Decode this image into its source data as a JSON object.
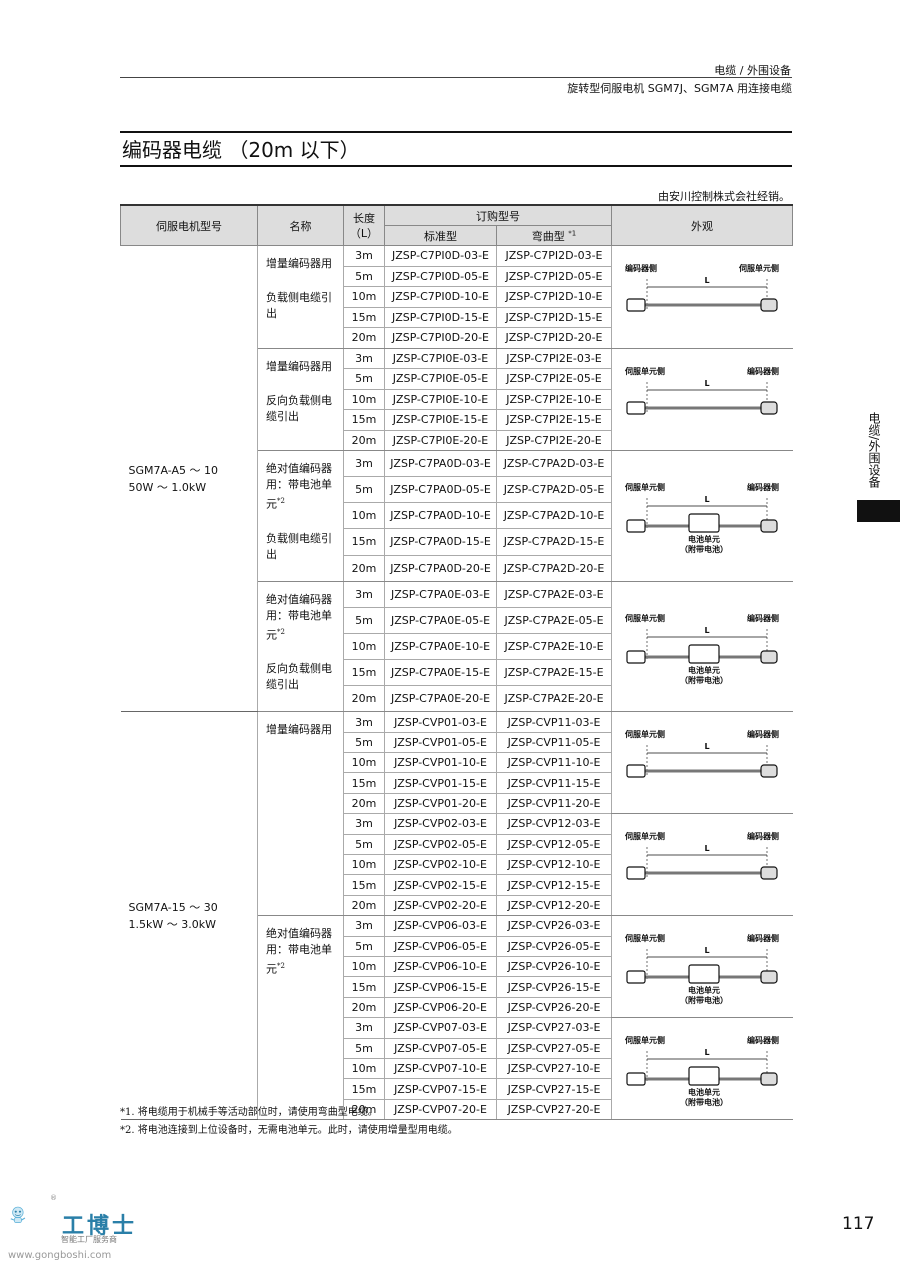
{
  "header": {
    "category": "电缆 / 外围设备",
    "subtitle": "旋转型伺服电机 SGM7J、SGM7A 用连接电缆"
  },
  "section_title": "编码器电缆 （20m 以下）",
  "distributor_note": "由安川控制株式会社经销。",
  "table": {
    "col_model": "伺服电机型号",
    "col_name": "名称",
    "col_length_1": "长度",
    "col_length_2": "（L）",
    "col_order": "订购型号",
    "col_std": "标准型",
    "col_bend": "弯曲型",
    "col_bend_mark": "*1",
    "col_appearance": "外观",
    "models": [
      {
        "line1": "SGM7A-A5 ～ 10",
        "line2": "50W ～ 1.0kW"
      },
      {
        "line1": "SGM7A-15 ～ 30",
        "line2": "1.5kW ～ 3.0kW"
      }
    ],
    "groups": [
      {
        "name": [
          "增量编码器用",
          "负载侧电缆引出"
        ],
        "mark": "",
        "rows": [
          {
            "len": "3m",
            "std": "JZSP-C7PI0D-03-E",
            "bend": "JZSP-C7PI2D-03-E"
          },
          {
            "len": "5m",
            "std": "JZSP-C7PI0D-05-E",
            "bend": "JZSP-C7PI2D-05-E"
          },
          {
            "len": "10m",
            "std": "JZSP-C7PI0D-10-E",
            "bend": "JZSP-C7PI2D-10-E"
          },
          {
            "len": "15m",
            "std": "JZSP-C7PI0D-15-E",
            "bend": "JZSP-C7PI2D-15-E"
          },
          {
            "len": "20m",
            "std": "JZSP-C7PI0D-20-E",
            "bend": "JZSP-C7PI2D-20-E"
          }
        ]
      },
      {
        "name": [
          "增量编码器用",
          "反向负载侧电缆引出"
        ],
        "mark": "",
        "rows": [
          {
            "len": "3m",
            "std": "JZSP-C7PI0E-03-E",
            "bend": "JZSP-C7PI2E-03-E"
          },
          {
            "len": "5m",
            "std": "JZSP-C7PI0E-05-E",
            "bend": "JZSP-C7PI2E-05-E"
          },
          {
            "len": "10m",
            "std": "JZSP-C7PI0E-10-E",
            "bend": "JZSP-C7PI2E-10-E"
          },
          {
            "len": "15m",
            "std": "JZSP-C7PI0E-15-E",
            "bend": "JZSP-C7PI2E-15-E"
          },
          {
            "len": "20m",
            "std": "JZSP-C7PI0E-20-E",
            "bend": "JZSP-C7PI2E-20-E"
          }
        ]
      },
      {
        "name": [
          "绝对值编码器用：带电池单元",
          "负载侧电缆引出"
        ],
        "mark": "*2",
        "rows": [
          {
            "len": "3m",
            "std": "JZSP-C7PA0D-03-E",
            "bend": "JZSP-C7PA2D-03-E"
          },
          {
            "len": "5m",
            "std": "JZSP-C7PA0D-05-E",
            "bend": "JZSP-C7PA2D-05-E"
          },
          {
            "len": "10m",
            "std": "JZSP-C7PA0D-10-E",
            "bend": "JZSP-C7PA2D-10-E"
          },
          {
            "len": "15m",
            "std": "JZSP-C7PA0D-15-E",
            "bend": "JZSP-C7PA2D-15-E"
          },
          {
            "len": "20m",
            "std": "JZSP-C7PA0D-20-E",
            "bend": "JZSP-C7PA2D-20-E"
          }
        ]
      },
      {
        "name": [
          "绝对值编码器用：带电池单元",
          "反向负载侧电缆引出"
        ],
        "mark": "*2",
        "rows": [
          {
            "len": "3m",
            "std": "JZSP-C7PA0E-03-E",
            "bend": "JZSP-C7PA2E-03-E"
          },
          {
            "len": "5m",
            "std": "JZSP-C7PA0E-05-E",
            "bend": "JZSP-C7PA2E-05-E"
          },
          {
            "len": "10m",
            "std": "JZSP-C7PA0E-10-E",
            "bend": "JZSP-C7PA2E-10-E"
          },
          {
            "len": "15m",
            "std": "JZSP-C7PA0E-15-E",
            "bend": "JZSP-C7PA2E-15-E"
          },
          {
            "len": "20m",
            "std": "JZSP-C7PA0E-20-E",
            "bend": "JZSP-C7PA2E-20-E"
          }
        ]
      },
      {
        "name": [
          "增量编码器用"
        ],
        "mark": "",
        "rows": [
          {
            "len": "3m",
            "std": "JZSP-CVP01-03-E",
            "bend": "JZSP-CVP11-03-E"
          },
          {
            "len": "5m",
            "std": "JZSP-CVP01-05-E",
            "bend": "JZSP-CVP11-05-E"
          },
          {
            "len": "10m",
            "std": "JZSP-CVP01-10-E",
            "bend": "JZSP-CVP11-10-E"
          },
          {
            "len": "15m",
            "std": "JZSP-CVP01-15-E",
            "bend": "JZSP-CVP11-15-E"
          },
          {
            "len": "20m",
            "std": "JZSP-CVP01-20-E",
            "bend": "JZSP-CVP11-20-E"
          },
          {
            "len": "3m",
            "std": "JZSP-CVP02-03-E",
            "bend": "JZSP-CVP12-03-E"
          },
          {
            "len": "5m",
            "std": "JZSP-CVP02-05-E",
            "bend": "JZSP-CVP12-05-E"
          },
          {
            "len": "10m",
            "std": "JZSP-CVP02-10-E",
            "bend": "JZSP-CVP12-10-E"
          },
          {
            "len": "15m",
            "std": "JZSP-CVP02-15-E",
            "bend": "JZSP-CVP12-15-E"
          },
          {
            "len": "20m",
            "std": "JZSP-CVP02-20-E",
            "bend": "JZSP-CVP12-20-E"
          }
        ]
      },
      {
        "name": [
          "绝对值编码器用：带电池单元"
        ],
        "mark": "*2",
        "rows": [
          {
            "len": "3m",
            "std": "JZSP-CVP06-03-E",
            "bend": "JZSP-CVP26-03-E"
          },
          {
            "len": "5m",
            "std": "JZSP-CVP06-05-E",
            "bend": "JZSP-CVP26-05-E"
          },
          {
            "len": "10m",
            "std": "JZSP-CVP06-10-E",
            "bend": "JZSP-CVP26-10-E"
          },
          {
            "len": "15m",
            "std": "JZSP-CVP06-15-E",
            "bend": "JZSP-CVP26-15-E"
          },
          {
            "len": "20m",
            "std": "JZSP-CVP06-20-E",
            "bend": "JZSP-CVP26-20-E"
          },
          {
            "len": "3m",
            "std": "JZSP-CVP07-03-E",
            "bend": "JZSP-CVP27-03-E"
          },
          {
            "len": "5m",
            "std": "JZSP-CVP07-05-E",
            "bend": "JZSP-CVP27-05-E"
          },
          {
            "len": "10m",
            "std": "JZSP-CVP07-10-E",
            "bend": "JZSP-CVP27-10-E"
          },
          {
            "len": "15m",
            "std": "JZSP-CVP07-15-E",
            "bend": "JZSP-CVP27-15-E"
          },
          {
            "len": "20m",
            "std": "JZSP-CVP07-20-E",
            "bend": "JZSP-CVP27-20-E"
          }
        ]
      }
    ],
    "figures": [
      {
        "left": "编码器侧",
        "right": "伺服单元侧",
        "dim": "L",
        "battery": "",
        "battery2": ""
      },
      {
        "left": "伺服单元侧",
        "right": "编码器侧",
        "dim": "L",
        "battery": "",
        "battery2": ""
      },
      {
        "left": "伺服单元侧",
        "right": "编码器侧",
        "dim": "L",
        "battery": "电池单元",
        "battery2": "（附带电池）"
      },
      {
        "left": "伺服单元侧",
        "right": "编码器侧",
        "dim": "L",
        "battery": "电池单元",
        "battery2": "（附带电池）"
      },
      {
        "left": "伺服单元侧",
        "right": "编码器侧",
        "dim": "L",
        "battery": "",
        "battery2": ""
      },
      {
        "left": "伺服单元侧",
        "right": "编码器侧",
        "dim": "L",
        "battery": "",
        "battery2": ""
      },
      {
        "left": "伺服单元侧",
        "right": "编码器侧",
        "dim": "L",
        "battery": "电池单元",
        "battery2": "（附带电池）"
      },
      {
        "left": "伺服单元侧",
        "right": "编码器侧",
        "dim": "L",
        "battery": "电池单元",
        "battery2": "（附带电池）"
      }
    ]
  },
  "footnotes": [
    "*1. 将电缆用于机械手等活动部位时，请使用弯曲型电缆。",
    "*2. 将电池连接到上位设备时，无需电池单元。此时，请使用增量型用电缆。"
  ],
  "side_tab": "电缆/外围设备",
  "page_number": "117",
  "logo": {
    "brand": "工博士",
    "tagline": "智能工厂服务商",
    "url": "www.gongboshi.com",
    "reg": "®"
  }
}
